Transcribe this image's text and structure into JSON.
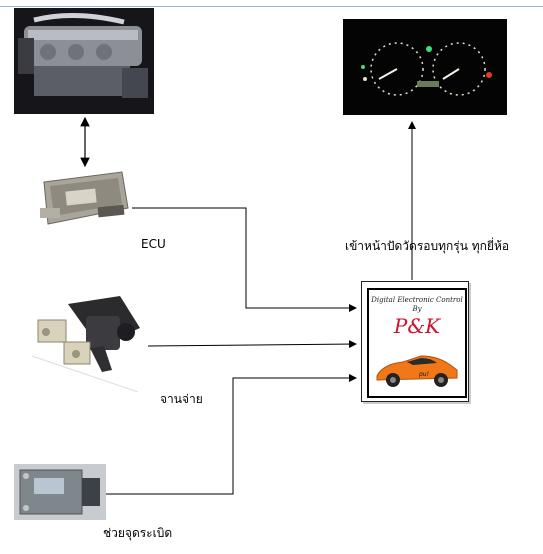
{
  "labels": {
    "ecu": "ECU",
    "distributor": "จานจ่าย",
    "igniter": "ช่วยจุดระเบิด",
    "dashboard_note": "เข้าหน้าปัดวัดรอบทุกรุ่น  ทุกยี่ห้อ"
  },
  "controller": {
    "title_line1": "Digital Electronic Control",
    "title_line2": "By",
    "brand": "P&K",
    "car_plate": "pu!"
  },
  "colors": {
    "brand_red": "#d0122b",
    "car_orange": "#f07818",
    "wire": "#000000",
    "top_rule": "#8fb3d9"
  },
  "icons": {
    "engine": "engine-photo",
    "ecu": "ecu-photo",
    "distributor": "distributor-photo",
    "igniter": "igniter-photo",
    "dashboard": "dashboard-photo",
    "controller": "controller-box"
  }
}
